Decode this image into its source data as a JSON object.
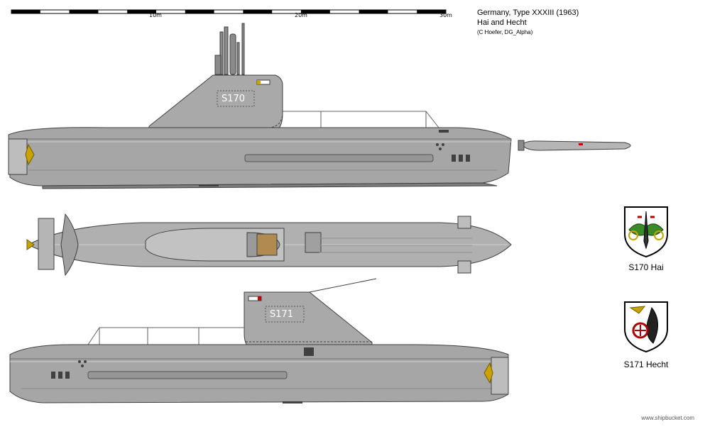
{
  "scale": {
    "labels": [
      "10m",
      "20m",
      "30m"
    ],
    "segments": 15
  },
  "title": {
    "line1": "Germany, Type XXXIII (1963)",
    "line2": "Hai and Hecht",
    "credit": "(C Hoefer, DG_Alpha)"
  },
  "boats": [
    {
      "hull_number": "S170",
      "crest_label": "S170 Hai"
    },
    {
      "hull_number": "S171",
      "crest_label": "S171 Hecht"
    }
  ],
  "watermark": "www.shipbucket.com",
  "colors": {
    "hull": "#a6a6a6",
    "hull_light": "#bdbdbd",
    "hull_dark": "#7e7e7e",
    "outline": "#404040",
    "propeller": "#c9a400",
    "flag_red": "#cc0000",
    "crest_green": "#3a8a2a",
    "crest_red": "#b00000"
  }
}
